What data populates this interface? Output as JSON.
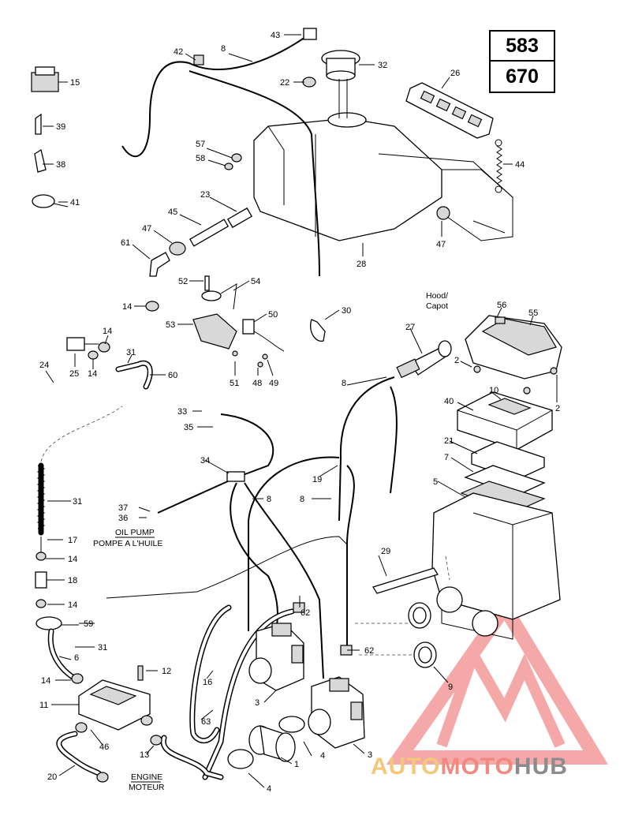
{
  "models": [
    "583",
    "670"
  ],
  "callouts": [
    {
      "text": "43"
    },
    {
      "text": "8"
    },
    {
      "text": "42"
    },
    {
      "text": "32"
    },
    {
      "text": "22"
    },
    {
      "text": "15"
    },
    {
      "text": "26"
    },
    {
      "text": "39"
    },
    {
      "text": "57"
    },
    {
      "text": "58"
    },
    {
      "text": "38"
    },
    {
      "text": "44"
    },
    {
      "text": "41"
    },
    {
      "text": "23"
    },
    {
      "text": "45"
    },
    {
      "text": "47"
    },
    {
      "text": "61"
    },
    {
      "text": "28"
    },
    {
      "text": "47"
    },
    {
      "text": "52"
    },
    {
      "text": "54"
    },
    {
      "text": "14"
    },
    {
      "text": "30"
    },
    {
      "text": "50"
    },
    {
      "text": "53"
    },
    {
      "text": "27"
    },
    {
      "text": "56"
    },
    {
      "text": "55"
    },
    {
      "text": "14"
    },
    {
      "text": "31"
    },
    {
      "text": "25"
    },
    {
      "text": "14"
    },
    {
      "text": "60"
    },
    {
      "text": "24"
    },
    {
      "text": "51"
    },
    {
      "text": "48"
    },
    {
      "text": "49"
    },
    {
      "text": "2"
    },
    {
      "text": "8"
    },
    {
      "text": "10"
    },
    {
      "text": "2"
    },
    {
      "text": "40"
    },
    {
      "text": "33"
    },
    {
      "text": "35"
    },
    {
      "text": "21"
    },
    {
      "text": "7"
    },
    {
      "text": "34"
    },
    {
      "text": "19"
    },
    {
      "text": "5"
    },
    {
      "text": "31"
    },
    {
      "text": "8"
    },
    {
      "text": "8"
    },
    {
      "text": "37"
    },
    {
      "text": "36"
    },
    {
      "text": "17"
    },
    {
      "text": "14"
    },
    {
      "text": "29"
    },
    {
      "text": "18"
    },
    {
      "text": "14"
    },
    {
      "text": "62"
    },
    {
      "text": "59"
    },
    {
      "text": "31"
    },
    {
      "text": "62"
    },
    {
      "text": "6"
    },
    {
      "text": "12"
    },
    {
      "text": "16"
    },
    {
      "text": "14"
    },
    {
      "text": "9"
    },
    {
      "text": "11"
    },
    {
      "text": "3"
    },
    {
      "text": "63"
    },
    {
      "text": "46"
    },
    {
      "text": "13"
    },
    {
      "text": "4"
    },
    {
      "text": "3"
    },
    {
      "text": "1"
    },
    {
      "text": "20"
    },
    {
      "text": "4"
    }
  ],
  "captions": {
    "hood_en": "Hood/",
    "hood_fr": "Capot",
    "oil_pump_en": "OIL PUMP",
    "oil_pump_fr": "POMPE A L'HUILE",
    "engine_en": "ENGINE",
    "engine_fr": "MOTEUR"
  },
  "watermark": {
    "part1": "AUTO",
    "part2": "MOTO",
    "part3": "HUB",
    "color1": "#f2c97a",
    "color2": "#f08a80",
    "color3": "#8c8c8c",
    "logo_color": "#f28c8c"
  }
}
